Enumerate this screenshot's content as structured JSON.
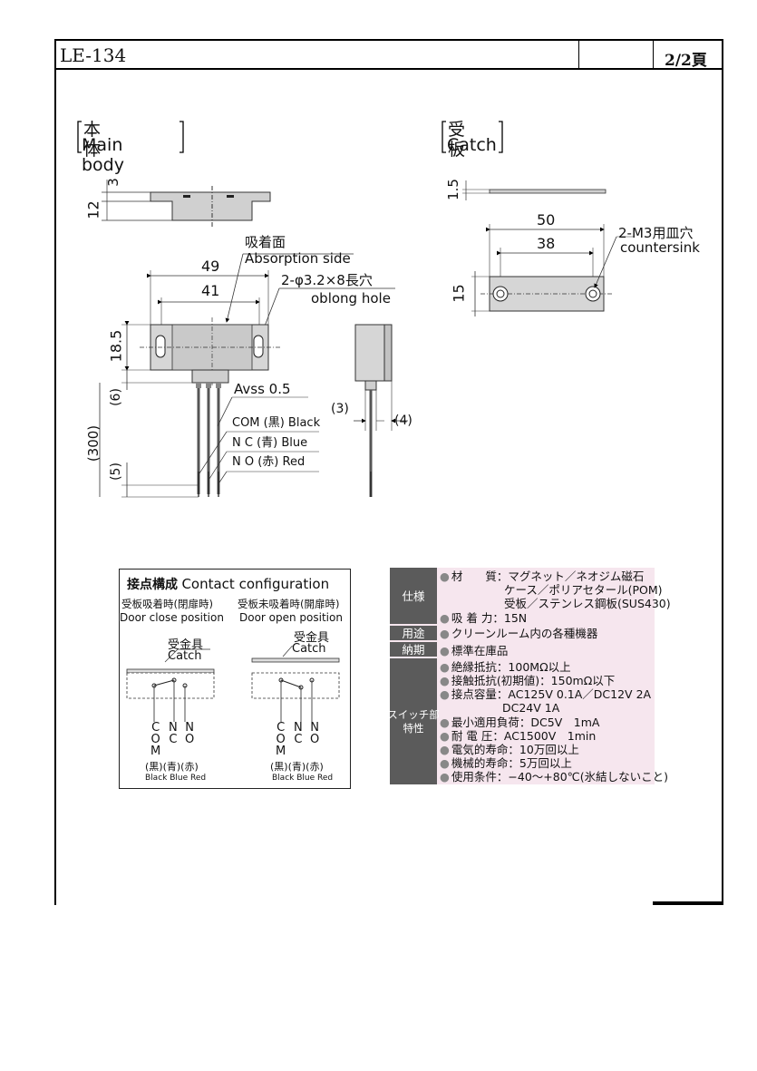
{
  "header": {
    "model": "LE-134",
    "page": "2/2頁"
  },
  "main_body": {
    "title_jp": "本 体",
    "title_en": "Main body",
    "dim_3": "3",
    "dim_12": "12",
    "absorption_jp": "吸着面",
    "absorption_en": "Absorption side",
    "dim_49": "49",
    "dim_41": "41",
    "hole_jp": "2-φ3.2×8長穴",
    "hole_en": "oblong hole",
    "dim_185": "18.5",
    "dim_6": "(6)",
    "dim_300": "(300)",
    "dim_5": "(5)",
    "avss": "Avss 0.5",
    "wire_com": "COM (黒) Black",
    "wire_nc": "N C (青) Blue",
    "wire_no": "N O (赤) Red",
    "dim_3p": "(3)",
    "dim_4p": "(4)"
  },
  "catch": {
    "title_jp": "受 板",
    "title_en": "Catch",
    "dim_15t": "1.5",
    "dim_50": "50",
    "dim_38": "38",
    "dim_15": "15",
    "m3_jp": "2-M3用皿穴",
    "m3_en": "countersink"
  },
  "contact": {
    "title_jp": "接点構成",
    "title_en": "Contact configuration",
    "close_jp": "受板吸着時(閉扉時)",
    "close_en": "Door close position",
    "open_jp": "受板未吸着時(開扉時)",
    "open_en": "Door open position",
    "catch_jp": "受金具",
    "catch_en": "Catch",
    "col_com": "C\nO\nM",
    "col_nc": "N\nC",
    "col_no": "N\nO",
    "colors_jp": "(黒)(青)(赤)",
    "colors_en": "Black Blue Red"
  },
  "spec": {
    "head_spec": "仕様",
    "head_use": "用途",
    "head_delivery": "納期",
    "head_switch": "スイッチ部\n特性",
    "material_1": "材　　質：マグネット／ネオジム磁石",
    "material_2": "ケース／ポリアセタール(POM)",
    "material_3": "受板／ステンレス鋼板(SUS430)",
    "force": "吸 着 力：15N",
    "use": "クリーンルーム内の各種機器",
    "delivery": "標準在庫品",
    "sw_1": "絶縁抵抗：100MΩ以上",
    "sw_2": "接触抵抗(初期値)：150mΩ以下",
    "sw_3": "接点容量：AC125V 0.1A／DC12V 2A",
    "sw_3b": "DC24V 1A",
    "sw_4": "最小適用負荷：DC5V　1mA",
    "sw_5": "耐 電 圧：AC1500V　1min",
    "sw_6": "電気的寿命：10万回以上",
    "sw_7": "機械的寿命：5万回以上",
    "sw_8": "使用条件：−40〜+80℃(氷結しないこと)"
  }
}
